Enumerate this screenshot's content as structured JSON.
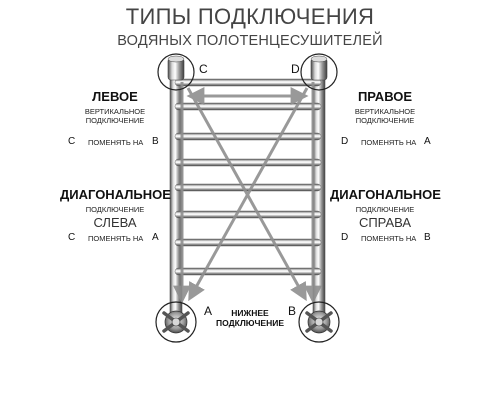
{
  "header": {
    "title": "ТИПЫ ПОДКЛЮЧЕНИЯ",
    "subtitle": "ВОДЯНЫХ ПОЛОТЕНЦЕСУШИТЕЛЕЙ"
  },
  "connections": {
    "left_vertical": {
      "title": "ЛЕВОЕ",
      "line1": "ВЕРТИКАЛЬНОЕ",
      "line2": "ПОДКЛЮЧЕНИЕ",
      "from": "C",
      "swap_text": "ПОМЕНЯТЬ НА",
      "to": "B"
    },
    "right_vertical": {
      "title": "ПРАВОЕ",
      "line1": "ВЕРТИКАЛЬНОЕ",
      "line2": "ПОДКЛЮЧЕНИЕ",
      "from": "D",
      "swap_text": "ПОМЕНЯТЬ НА",
      "to": "A"
    },
    "diagonal_left": {
      "title": "ДИАГОНАЛЬНОЕ",
      "line1": "ПОДКЛЮЧЕНИЕ",
      "side": "СЛЕВА",
      "from": "C",
      "swap_text": "ПОМЕНЯТЬ НА",
      "to": "A"
    },
    "diagonal_right": {
      "title": "ДИАГОНАЛЬНОЕ",
      "line1": "ПОДКЛЮЧЕНИЕ",
      "side": "СПРАВА",
      "from": "D",
      "swap_text": "ПОМЕНЯТЬ НА",
      "to": "B"
    },
    "bottom": {
      "line1": "НИЖНЕЕ",
      "line2": "ПОДКЛЮЧЕНИЕ"
    }
  },
  "points": {
    "top_left": "C",
    "top_right": "D",
    "bottom_left": "A",
    "bottom_right": "B"
  },
  "colors": {
    "chrome_dark": "#5a5a5a",
    "chrome_light": "#f2f2f2",
    "arrow": "#8f8f8f"
  }
}
